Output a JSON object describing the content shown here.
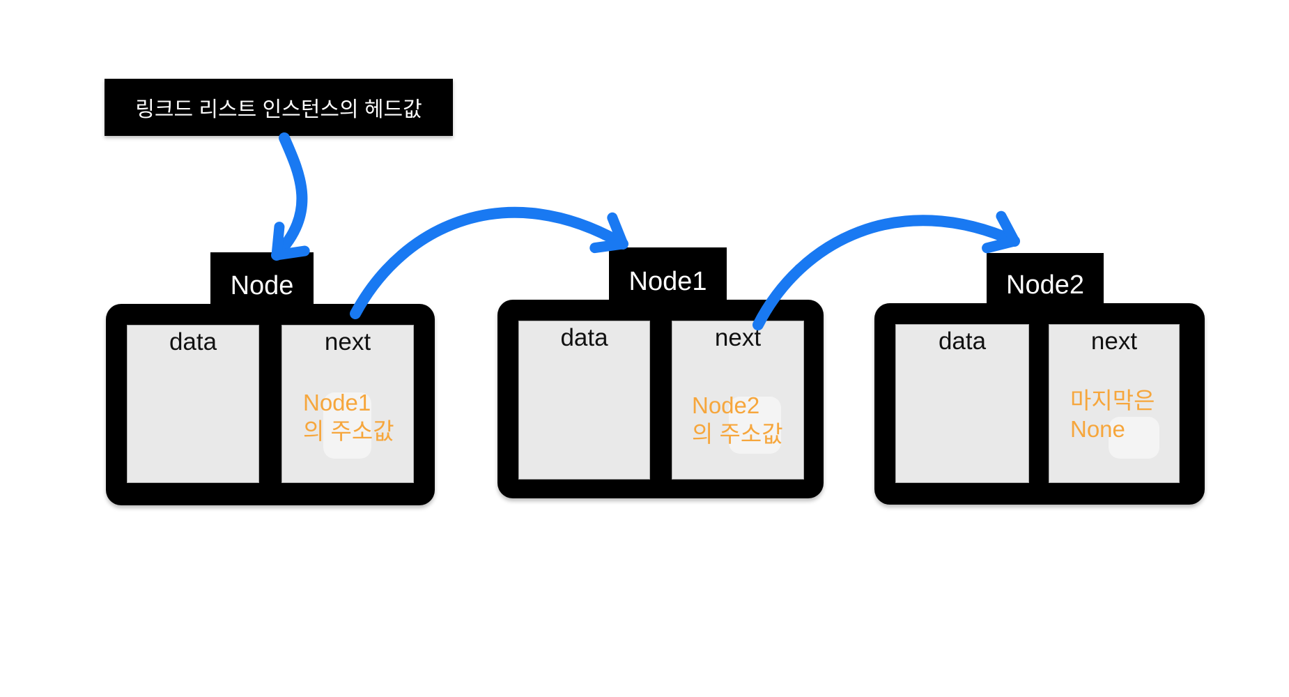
{
  "head_label": {
    "text": "링크드 리스트 인스턴스의 헤드값"
  },
  "nodes": [
    {
      "tab": "Node",
      "data_label": "data",
      "next_label": "next",
      "value_lines": [
        "Node1",
        "의 주소값"
      ]
    },
    {
      "tab": "Node1",
      "data_label": "data",
      "next_label": "next",
      "value_lines": [
        "Node2",
        "의 주소값"
      ]
    },
    {
      "tab": "Node2",
      "data_label": "data",
      "next_label": "next",
      "value_lines": [
        "마지막은",
        "None"
      ]
    }
  ],
  "arrows": [
    {
      "name": "head-to-node",
      "from": "head-label",
      "to": "node-0-tab"
    },
    {
      "name": "node0-next-to-node1",
      "from": "node-0-next-cell",
      "to": "node-1-tab"
    },
    {
      "name": "node1-next-to-node2",
      "from": "node-1-next-cell",
      "to": "node-2-tab"
    }
  ],
  "colors": {
    "arrow_blue": "#1979F2",
    "value_orange": "#F6A63C",
    "box_black": "#000000",
    "cell_gray": "#E9E9E9"
  }
}
